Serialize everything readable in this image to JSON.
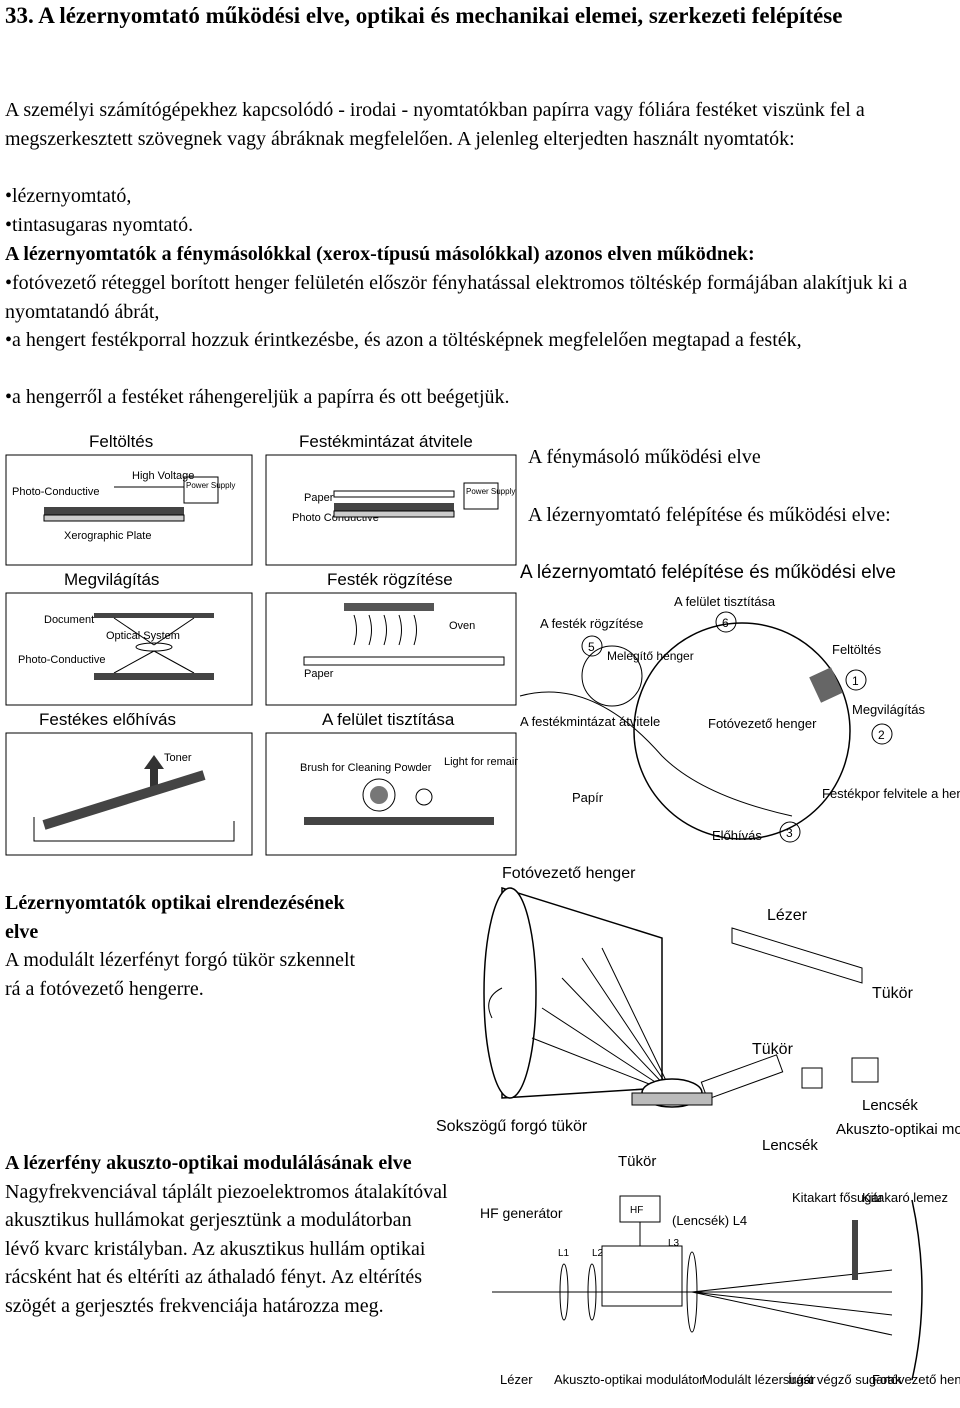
{
  "page": {
    "title": "33. A lézernyomtató működési elve, optikai és mechanikai elemei, szerkezeti felépítése",
    "intro": "A személyi számítógépekhez kapcsolódó - irodai - nyomtatókban papírra  vagy fóliára festéket viszünk fel a megszerkesztett szövegnek vagy ábráknak megfelelően. A jelenleg elterjedten használt nyomtatók:",
    "printers": [
      "•lézernyomtató,",
      "•tintasugaras nyomtató."
    ],
    "principle_heading": "A lézernyomtatók a fénymásolókkal (xerox-típusú másolókkal) azonos elven működnek:",
    "principle_steps": [
      "•fotóvezető réteggel borított henger felületén először fényhatással elektromos töltéskép formájában alakítjuk ki a nyomtatandó ábrát,",
      "•a hengert festékporral hozzuk érintkezésbe, és azon a töltésképnek megfelelően megtapad a festék,",
      "•a hengerről a festéket ráhengereljük a papírra és ott beégetjük."
    ],
    "copier_caption": "A fénymásoló működési elve",
    "laser_caption": "A lézernyomtató felépítése és működési elve:",
    "optics_heading": "Lézernyomtatók optikai elrendezésének elve",
    "optics_text": "A modulált lézerfényt forgó tükör szkennelt rá a fotóvezető hengerre.",
    "acousto_heading": "A lézerfény akuszto-optikai modulálásának elve",
    "acousto_text": "Nagyfrekvenciával táplált piezoelektromos átalakítóval akusztikus hullámokat gerjesztünk a modulátorban lévő kvarc kristályban. Az akusztikus hullám optikai rácsként hat és eltéríti az áthaladó fényt. Az eltérítés szögét a gerjesztés frekvenciája határozza meg."
  },
  "copier_figure": {
    "panels": [
      {
        "title": "Feltöltés",
        "labels": [
          "Photo-Conductive",
          "High Voltage",
          "Power Supply",
          "Xerographic Plate"
        ]
      },
      {
        "title": "Festékmintázat átvitele",
        "labels": [
          "Paper",
          "Photo Conductive",
          "Power Supply"
        ]
      },
      {
        "title": "Megvilágítás",
        "labels": [
          "Document",
          "Optical System",
          "Photo-Conductive"
        ]
      },
      {
        "title": "Festék rögzítése",
        "labels": [
          "Oven",
          "Paper"
        ]
      },
      {
        "title": "Festékes előhívás",
        "labels": [
          "Toner"
        ]
      },
      {
        "title": "A felület tisztítása",
        "labels": [
          "Brush for Cleaning Powder",
          "Light for remains Discharge"
        ]
      }
    ]
  },
  "drum_figure": {
    "title": "A lézernyomtató felépítése és működési elve",
    "labels": {
      "clean": "A felület tisztítása",
      "n6": "6",
      "fix": "A festék rögzítése",
      "n5": "5",
      "fuser": "Melegítő henger",
      "charge": "Feltöltés",
      "n1": "1",
      "transfer": "A festékmintázat átvitele",
      "drum": "Fotóvezető henger",
      "expose": "Megvilágítás",
      "n2": "2",
      "paper": "Papír",
      "toner": "Festékpor felvitele a henger felületére",
      "develop": "Előhívás",
      "n3": "3"
    }
  },
  "optics_figure": {
    "labels": {
      "drum": "Fotóvezető henger",
      "laser": "Lézer",
      "mirror1": "Tükör",
      "mirror2": "Tükör",
      "polygon": "Sokszögű forgó tükör",
      "lens1": "Lencsék",
      "lens2": "Lencsék",
      "aom": "Akuszto-optikai modulátor",
      "mirror3": "Tükör"
    }
  },
  "aom_figure": {
    "labels": {
      "hf": "HF generátor",
      "hfbox": "HF",
      "lenses": "(Lencsék) L4",
      "l1": "L1",
      "l2": "L2",
      "l3": "L3",
      "blocked": "Kitakart fősugár",
      "stop": "Kitakaró lemez",
      "laser": "Lézer",
      "aom": "Akuszto-optikai modulátor",
      "modulated": "Modulált lézersugár",
      "write": "Írást végző sugarak",
      "drum": "Fotóvezető henger"
    }
  }
}
